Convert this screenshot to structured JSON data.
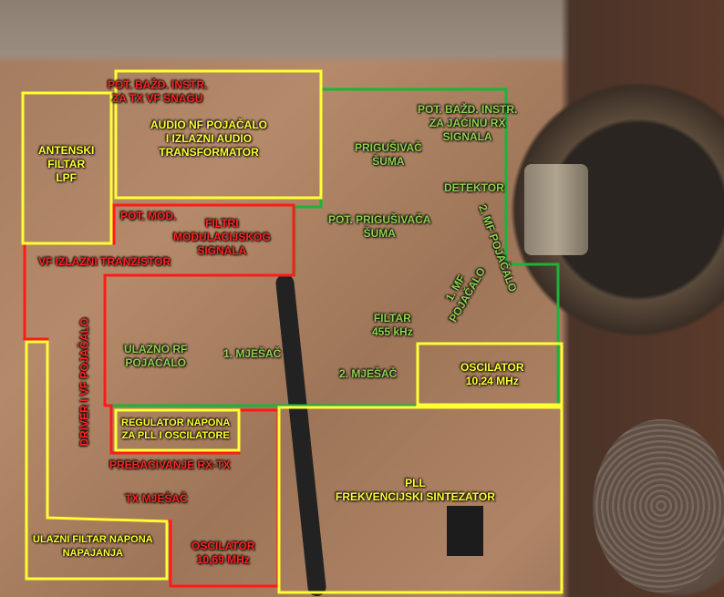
{
  "labels": {
    "pot_tx_power": [
      "POT. BAŽD. INSTR.",
      "ZA TX VF SNAGU"
    ],
    "audio_amp": [
      "AUDIO NF POJAČALO",
      "I IZLAZNI AUDIO",
      "TRANSFORMATOR"
    ],
    "antenna_filter": [
      "ANTENSKI",
      "FILTAR",
      "LPF"
    ],
    "pot_mod": "POT. MOD.",
    "mod_filters": [
      "FILTRI",
      "MODULACIJSKOG",
      "SIGNALA"
    ],
    "rf_output_transistor": "VF IZLAZNI TRANZISTOR",
    "driver_amp": "DRIVER I  VF POJAČALO",
    "input_rf_amp": [
      "ULAZNO RF",
      "POJAČALO"
    ],
    "mixer1": "1. MJEŠAČ",
    "mixer2": "2. MJEŠAČ",
    "filter_455": [
      "FILTAR",
      "455  kHz"
    ],
    "pot_rx_signal": [
      "POT. BAŽD. INSTR.",
      "ZA JAČINU RX",
      "SIGNALA"
    ],
    "squelch": [
      "PRIGUŠIVAČ",
      "ŠUMA"
    ],
    "pot_squelch": [
      "POT. PRIGUŠIVAČA",
      "ŠUMA"
    ],
    "detector": "DETEKTOR",
    "if_amp2": "2. MF POJAČALO",
    "if_amp1": [
      "1. MF",
      "POJAČALO"
    ],
    "osc_1024": [
      "OSCILATOR",
      "10,24  MHz"
    ],
    "regulator": [
      "REGULATOR  NAPONA",
      "ZA PLL I OSCILATORE"
    ],
    "rx_tx_switch": "PREBACIVANJE RX-TX",
    "tx_mixer": "TX MJEŠAČ",
    "input_filter": [
      "ULAZNI FILTAR NAPONA",
      "NAPAJANJA"
    ],
    "osc_1069": [
      "OSCILATOR",
      "10,69  MHz"
    ],
    "pll": [
      "PLL",
      "FREKVENCIJSKI SINTEZATOR"
    ]
  },
  "colors": {
    "yellow": "#ffff33",
    "red": "#ff2222",
    "green": "#1db33a"
  }
}
